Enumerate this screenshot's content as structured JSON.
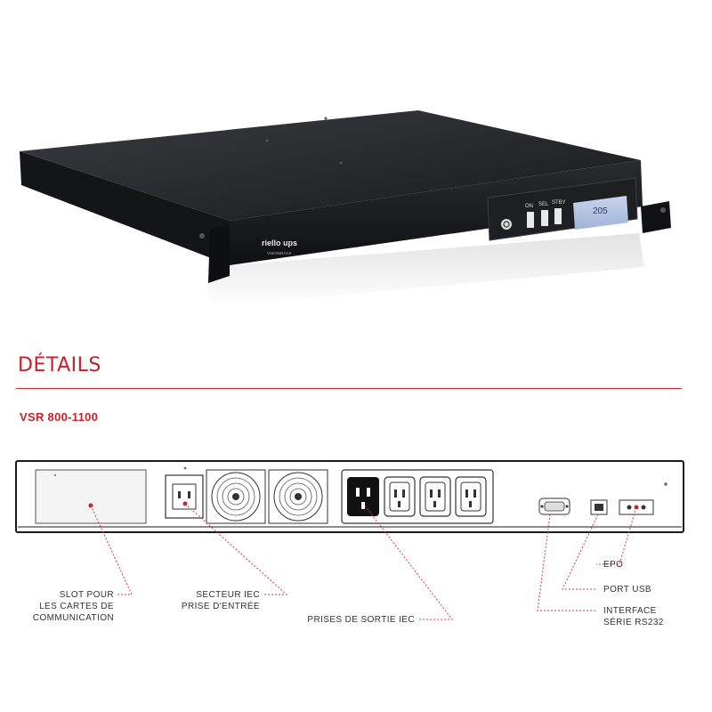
{
  "product": {
    "brand_text": "riello ups",
    "series_text": "VISIONRACK",
    "front_buttons": [
      "ON",
      "SEL",
      "STBY"
    ],
    "lcd_reading": "205"
  },
  "details": {
    "title": "DÉTAILS",
    "model": "VSR 800-1100"
  },
  "callouts": {
    "slot_line1": "SLOT POUR",
    "slot_line2": "LES CARTES DE",
    "slot_line3": "COMMUNICATION",
    "mains_line1": "SECTEUR IEC",
    "mains_line2": "PRISE D'ENTRÉE",
    "outputs": "PRISES DE SORTIE IEC",
    "epo": "EPO",
    "usb": "PORT USB",
    "serial_line1": "INTERFACE",
    "serial_line2": "SÉRIE RS232"
  },
  "colors": {
    "accent": "#c8202a",
    "callout_line": "#d23a3a",
    "device_body": "#1b1c1f"
  }
}
